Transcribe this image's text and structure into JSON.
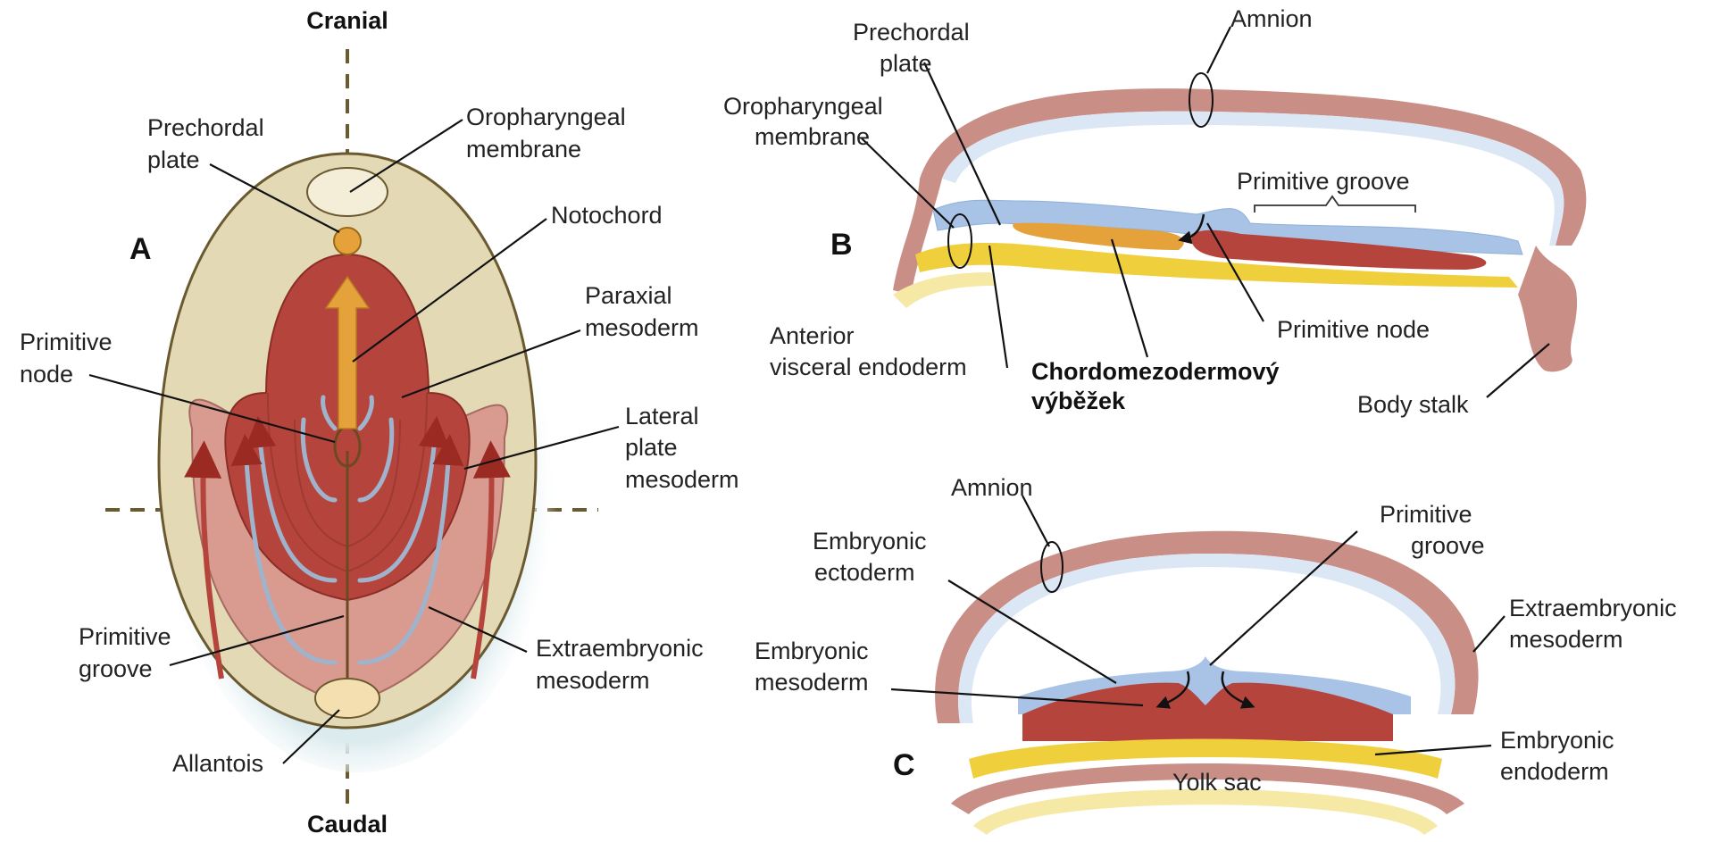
{
  "panel_a": {
    "letter": "A",
    "cranial": "Cranial",
    "caudal": "Caudal",
    "prechordal_plate": [
      "Prechordal",
      "plate"
    ],
    "oropharyngeal_membrane": [
      "Oropharyngeal",
      "membrane"
    ],
    "notochord": "Notochord",
    "paraxial_mesoderm": [
      "Paraxial",
      "mesoderm"
    ],
    "primitive_node": [
      "Primitive",
      "node"
    ],
    "lateral_plate_mesoderm": [
      "Lateral",
      "plate",
      "mesoderm"
    ],
    "primitive_groove": [
      "Primitive",
      "groove"
    ],
    "extraembryonic_mesoderm": [
      "Extraembryonic",
      "mesoderm"
    ],
    "allantois": "Allantois"
  },
  "panel_b": {
    "letter": "B",
    "prechordal_plate": [
      "Prechordal",
      "plate"
    ],
    "amnion": "Amnion",
    "oropharyngeal_membrane": [
      "Oropharyngeal",
      "membrane"
    ],
    "primitive_groove": "Primitive groove",
    "anterior_visceral_endoderm": [
      "Anterior",
      "visceral endoderm"
    ],
    "chordomesoderm": [
      "Chordomezodermový",
      "výběžek"
    ],
    "primitive_node": "Primitive node",
    "body_stalk": "Body stalk"
  },
  "panel_c": {
    "letter": "C",
    "amnion": "Amnion",
    "primitive_groove": [
      "Primitive",
      "groove"
    ],
    "embryonic_ectoderm": [
      "Embryonic",
      "ectoderm"
    ],
    "extraembryonic_mesoderm": [
      "Extraembryonic",
      "mesoderm"
    ],
    "embryonic_mesoderm": [
      "Embryonic",
      "mesoderm"
    ],
    "embryonic_endoderm": [
      "Embryonic",
      "endoderm"
    ],
    "yolk_sac": "Yolk sac"
  },
  "colors": {
    "disc_fill": "#e3d9b5",
    "mesoderm_dark": "#b5453c",
    "mesoderm_light": "#d99a90",
    "notochord": "#e5a23a",
    "ectoderm": "#a8c3e6",
    "endoderm": "#f0cf3c",
    "amnion": "#c98e85"
  }
}
